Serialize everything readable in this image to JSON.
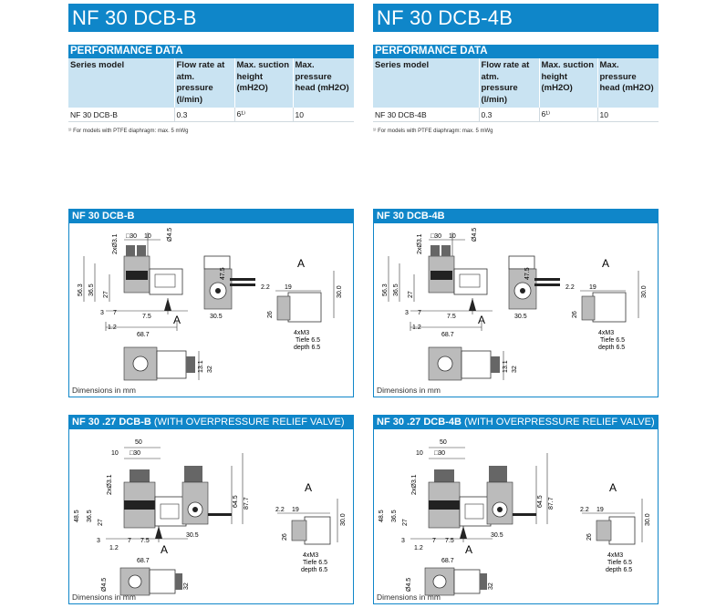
{
  "left": {
    "title": "NF 30 DCB-B",
    "perf_header": "PERFORMANCE DATA",
    "columns": [
      "Series model",
      "Flow rate at atm. pressure (l/min)",
      "Max. suction height (mH2O)",
      "Max. pressure head (mH2O)"
    ],
    "row": [
      "NF 30 DCB-B",
      "0.3",
      "6¹⁾",
      "10"
    ],
    "footnote": "¹⁾ For models with PTFE diaphragm: max. 5 mWg",
    "box1_title": "NF 30 DCB-B",
    "box2_title_bold": "NF 30 .27 DCB-B",
    "box2_title_thin": " (WITH OVERPRESSURE RELIEF VALVE)",
    "dim_caption": "Dimensions in mm"
  },
  "right": {
    "title": "NF 30 DCB-4B",
    "perf_header": "PERFORMANCE DATA",
    "columns": [
      "Series model",
      "Flow rate at atm. pressure (l/min)",
      "Max. suction height (mH2O)",
      "Max. pressure head (mH2O)"
    ],
    "row": [
      "NF 30 DCB-4B",
      "0.3",
      "6¹⁾",
      "10"
    ],
    "footnote": "¹⁾ For models with PTFE diaphragm: max. 5 mWg",
    "box1_title": "NF 30 DCB-4B",
    "box2_title_bold": "NF 30 .27 DCB-4B",
    "box2_title_thin": " (WITH OVERPRESSURE RELIEF VALVE)",
    "dim_caption": "Dimensions in mm"
  },
  "drawing_labels": {
    "a": "A",
    "m30": "□30",
    "d10": "10",
    "d50": "50",
    "dia45": "Ø4.5",
    "dia31": "2xØ3.1",
    "d563": "56.3",
    "d365": "36.5",
    "d27": "27",
    "d3": "3",
    "d7": "7",
    "d75": "7.5",
    "d12": "1.2",
    "d687": "68.7",
    "d475": "47.5",
    "d305": "30.5",
    "d22": "2.2",
    "d19": "19",
    "d300": "30.0",
    "d26": "26",
    "m3": "4xM3",
    "tiefe": "Tiefe 6.5",
    "depth": "depth 6.5",
    "d131": "13.1",
    "d32": "32",
    "d645": "64.5",
    "d877": "87.7",
    "d485": "48.5"
  },
  "colors": {
    "accent": "#0f86c9",
    "table_header_bg": "#c9e3f2"
  }
}
